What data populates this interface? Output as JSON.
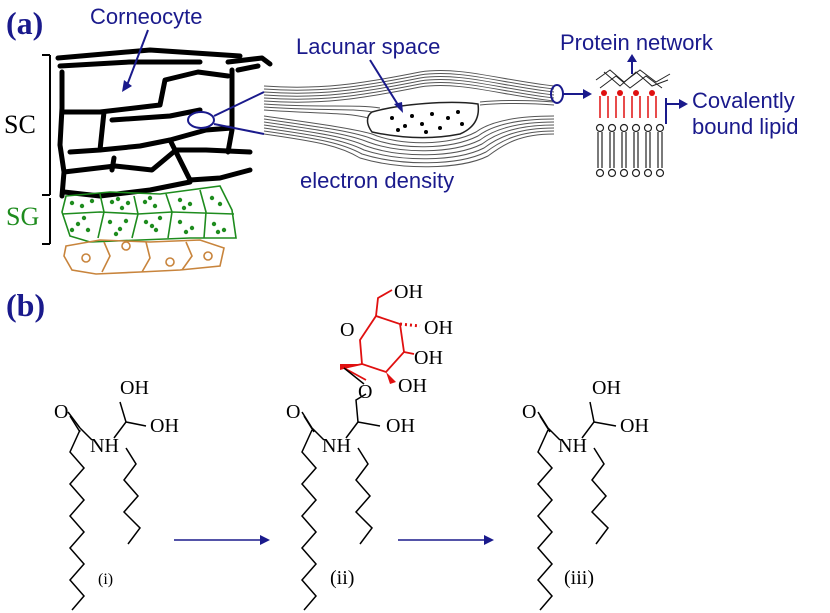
{
  "panel_a": {
    "label": "(a)",
    "corneocyte": "Corneocyte",
    "sc": "SC",
    "sg": "SG",
    "lacunar": "Lacunar space",
    "electron": "electron density",
    "protein": "Protein network",
    "cov1": "Covalently",
    "cov2": "bound lipid"
  },
  "panel_b": {
    "label": "(b)",
    "oh": "OH",
    "nh": "NH",
    "o": "O",
    "step_i": "(i)",
    "step_ii": "(ii)",
    "step_iii": "(iii)"
  },
  "colors": {
    "navy": "#1a1a8c",
    "green": "#1e8c1e",
    "tan": "#c8843c",
    "red": "#e01010"
  }
}
